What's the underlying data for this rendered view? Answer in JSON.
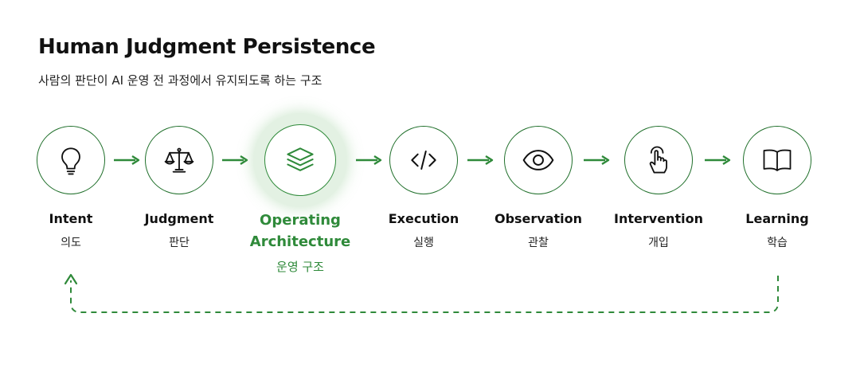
{
  "header": {
    "title": "Human Judgment Persistence",
    "subtitle": "사람의 판단이 AI 운영 전 과정에서 유지되도록 하는 구조"
  },
  "colors": {
    "accent": "#2f8a3a",
    "node_border": "#1f6f2a",
    "glow": "#e3f1e3"
  },
  "nodes": [
    {
      "label": "Intent",
      "sub": "의도",
      "icon": "lightbulb-icon"
    },
    {
      "label": "Judgment",
      "sub": "판단",
      "icon": "scales-icon"
    },
    {
      "label_line1": "Operating",
      "label_line2": "Architecture",
      "sub": "운영 구조",
      "icon": "layers-icon"
    },
    {
      "label": "Execution",
      "sub": "실행",
      "icon": "code-icon"
    },
    {
      "label": "Observation",
      "sub": "관찰",
      "icon": "eye-icon"
    },
    {
      "label": "Intervention",
      "sub": "개입",
      "icon": "pointer-hand-icon"
    },
    {
      "label": "Learning",
      "sub": "학습",
      "icon": "open-book-icon"
    }
  ]
}
